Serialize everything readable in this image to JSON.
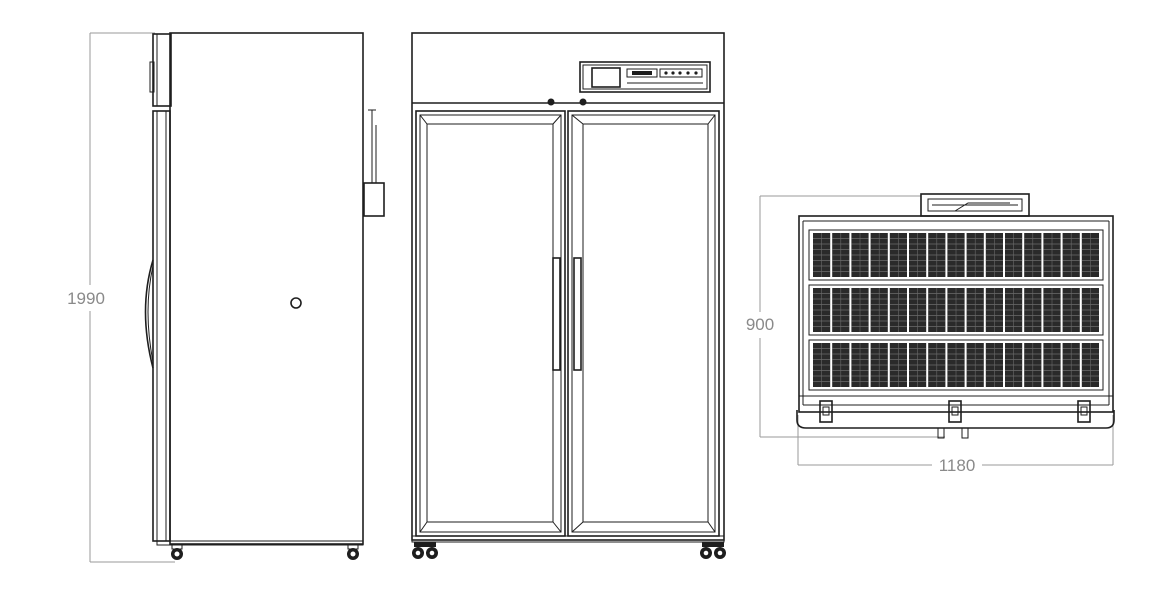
{
  "dimensions": {
    "height": "1990",
    "depth": "900",
    "width": "1180"
  },
  "views": [
    "side-view",
    "front-view",
    "top-view"
  ]
}
